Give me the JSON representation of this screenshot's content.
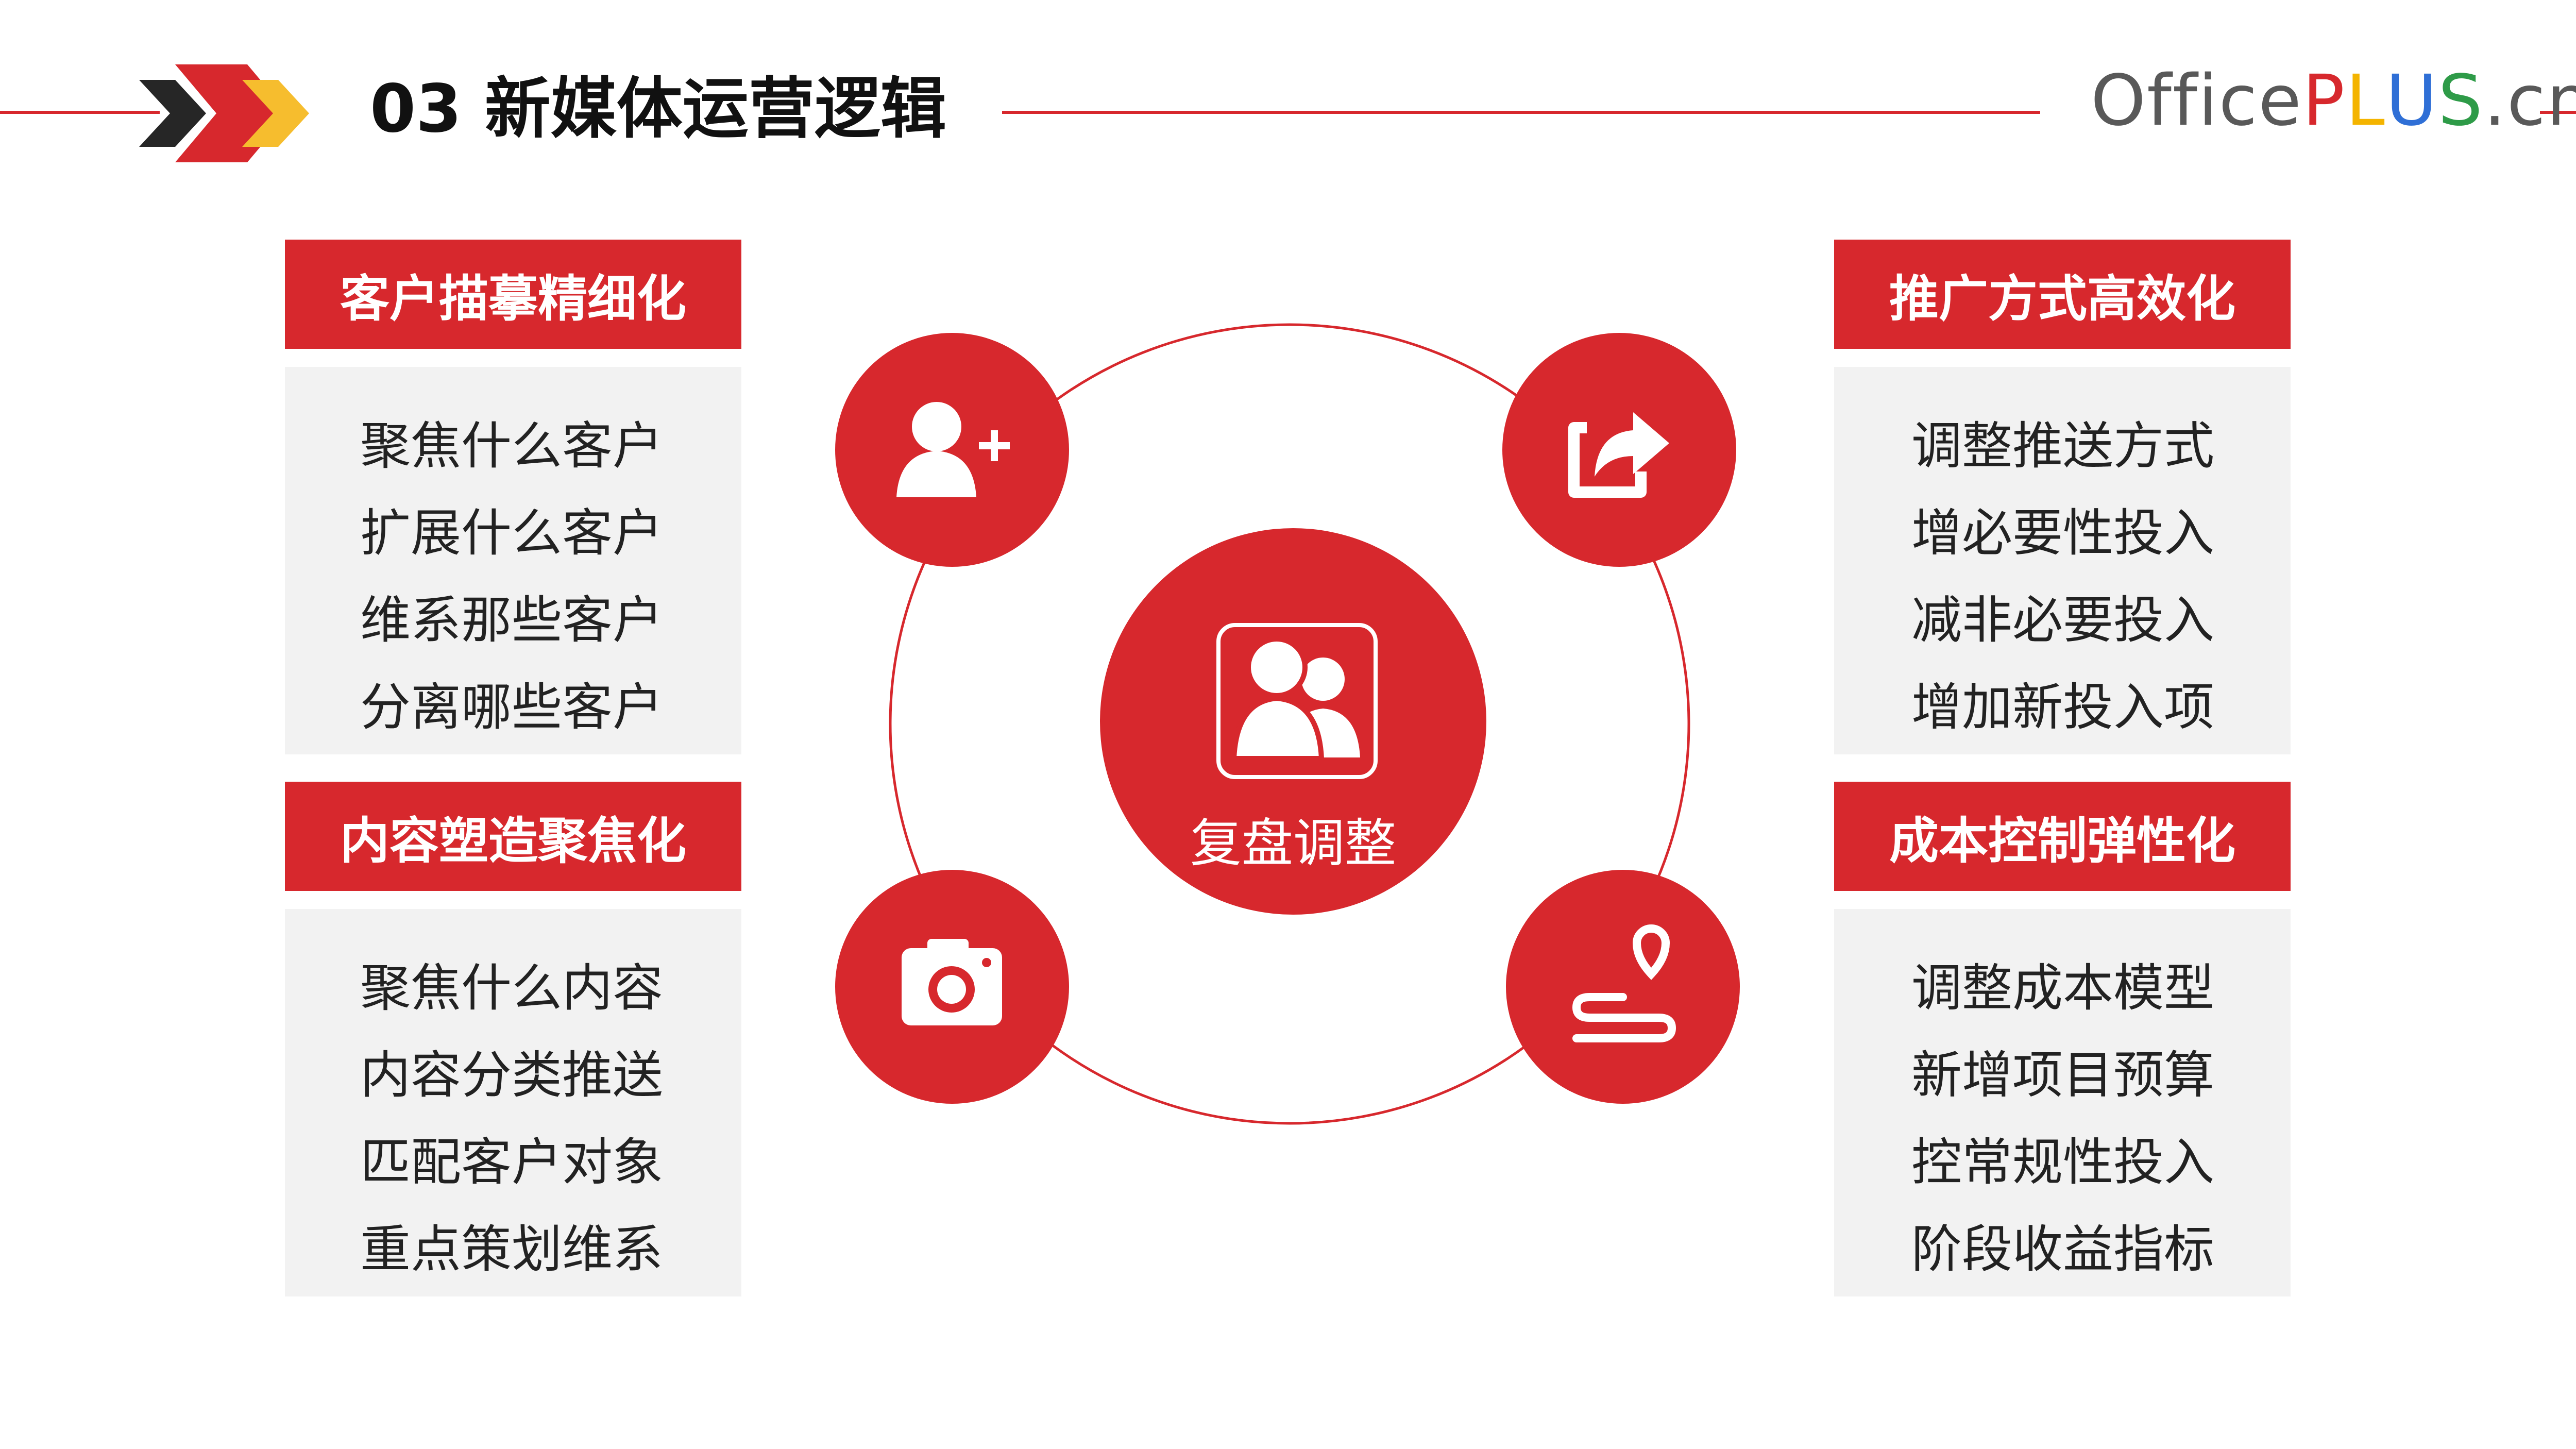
{
  "header": {
    "title": "03 新媒体运营逻辑",
    "brand": {
      "office": "Office",
      "p": "P",
      "l": "L",
      "u": "U",
      "s": "S",
      "cn": ".cn"
    }
  },
  "colors": {
    "accent": "#d7282d",
    "panel_bg": "#f2f2f2",
    "arrow_dark": "#262626",
    "arrow_yellow": "#f6bd2e",
    "brand_gray": "#595959",
    "brand_red": "#d7282d",
    "brand_yellow": "#f4b400",
    "brand_blue": "#2f6fd6",
    "brand_green": "#2e9b48"
  },
  "panels": {
    "top_left": {
      "title": "客户描摹精细化",
      "items": [
        "聚焦什么客户",
        "扩展什么客户",
        "维系那些客户",
        "分离哪些客户"
      ]
    },
    "bottom_left": {
      "title": "内容塑造聚焦化",
      "items": [
        "聚焦什么内容",
        "内容分类推送",
        "匹配客户对象",
        "重点策划维系"
      ]
    },
    "top_right": {
      "title": "推广方式高效化",
      "items": [
        "调整推送方式",
        "增必要性投入",
        "减非必要投入",
        "增加新投入项"
      ]
    },
    "bottom_right": {
      "title": "成本控制弹性化",
      "items": [
        "调整成本模型",
        "新增项目预算",
        "控常规性投入",
        "阶段收益指标"
      ]
    }
  },
  "center": {
    "label": "复盘调整",
    "icon": "users-group-icon"
  },
  "satellites": [
    {
      "icon": "user-add-icon"
    },
    {
      "icon": "share-icon"
    },
    {
      "icon": "camera-icon"
    },
    {
      "icon": "route-icon"
    }
  ]
}
